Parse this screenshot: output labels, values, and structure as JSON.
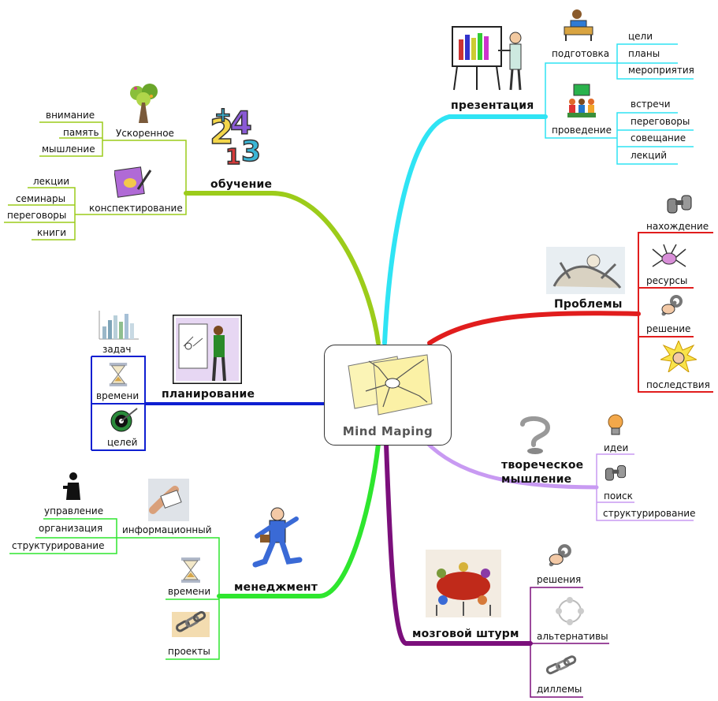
{
  "center": {
    "title": "Mind Maping"
  },
  "colors": {
    "presentation": "#2fe4f4",
    "problems": "#e11d1d",
    "creative": "#c89af2",
    "brainstorm": "#7b0f7b",
    "management": "#2ee62e",
    "planning": "#0e1fd1",
    "learning": "#9ccc1a"
  },
  "branches": {
    "presentation": {
      "title": "презентация",
      "children": [
        {
          "label": "подготовка",
          "items": [
            "цели",
            "планы",
            "мероприятия"
          ]
        },
        {
          "label": "проведение",
          "items": [
            "встречи",
            "переговоры",
            "совещание",
            "лекций"
          ]
        }
      ]
    },
    "problems": {
      "title": "Проблемы",
      "items": [
        "нахождение",
        "ресурсы",
        "решение",
        "последствия"
      ]
    },
    "creative": {
      "title_line1": "твореческое",
      "title_line2": "мышление",
      "items": [
        "идеи",
        "поиск",
        "структурирование"
      ]
    },
    "brainstorm": {
      "title": "мозговой штурм",
      "items": [
        "решения",
        "альтернативы",
        "диллемы"
      ]
    },
    "management": {
      "title": "менеджмент",
      "children": [
        {
          "label": "информационный",
          "items": [
            "управление",
            "организация",
            "структурирование"
          ]
        },
        {
          "label": "времени"
        },
        {
          "label": "проекты"
        }
      ]
    },
    "planning": {
      "title": "планирование",
      "items": [
        "задач",
        "времени",
        "целей"
      ]
    },
    "learning": {
      "title": "обучение",
      "children": [
        {
          "label": "Ускоренное",
          "items": [
            "внимание",
            "память",
            "мышление"
          ]
        },
        {
          "label": "конспектирование",
          "items": [
            "лекции",
            "семинары",
            "переговоры",
            "книги"
          ]
        }
      ]
    }
  },
  "icons": [
    "mind-map-papers-icon",
    "presenter-chart-icon",
    "student-desk-icon",
    "children-meeting-icon",
    "binoculars-icon",
    "spider-icon",
    "wrench-hand-icon",
    "explosion-face-icon",
    "sleeping-figure-icon",
    "question-mark-icon",
    "lightbulb-icon",
    "meeting-table-icon",
    "network-icon",
    "chain-icon",
    "running-businessman-icon",
    "hourglass-icon",
    "puzzle-hands-icon",
    "silhouette-icon",
    "target-arrow-icon",
    "bar-chart-3d-icon",
    "tree-icon",
    "notebook-pen-icon",
    "numbers-icon"
  ]
}
